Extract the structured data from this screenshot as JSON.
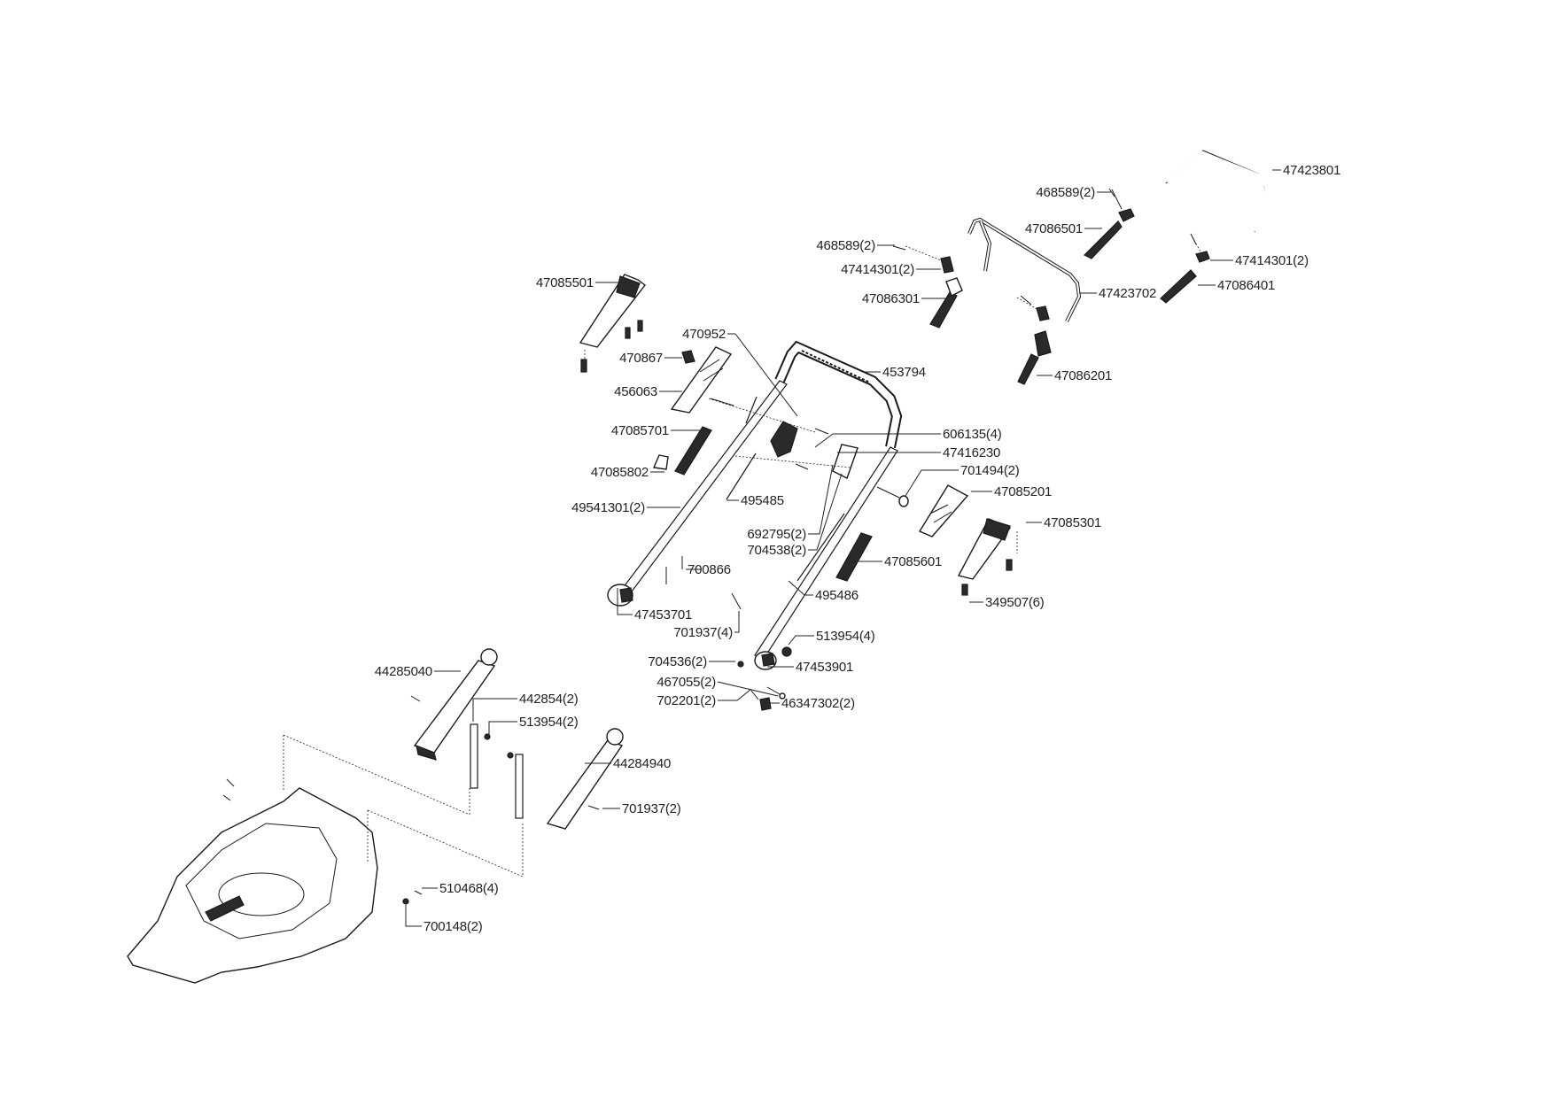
{
  "diagram": {
    "type": "exploded-parts-diagram",
    "subject": "lawn mower handle assembly",
    "parts": [
      {
        "id": "p-47423801",
        "label": "47423801",
        "part_number": "47423801",
        "qty": null
      },
      {
        "id": "p-468589-a",
        "label": "468589(2)",
        "part_number": "468589",
        "qty": 2
      },
      {
        "id": "p-47086501",
        "label": "47086501",
        "part_number": "47086501",
        "qty": null
      },
      {
        "id": "p-468589-b",
        "label": "468589(2)",
        "part_number": "468589",
        "qty": 2
      },
      {
        "id": "p-47414301-a",
        "label": "47414301(2)",
        "part_number": "47414301",
        "qty": 2
      },
      {
        "id": "p-47414301-b",
        "label": "47414301(2)",
        "part_number": "47414301",
        "qty": 2
      },
      {
        "id": "p-47086301",
        "label": "47086301",
        "part_number": "47086301",
        "qty": null
      },
      {
        "id": "p-47423702",
        "label": "47423702",
        "part_number": "47423702",
        "qty": null
      },
      {
        "id": "p-47086401",
        "label": "47086401",
        "part_number": "47086401",
        "qty": null
      },
      {
        "id": "p-47086201",
        "label": "47086201",
        "part_number": "47086201",
        "qty": null
      },
      {
        "id": "p-47085501",
        "label": "47085501",
        "part_number": "47085501",
        "qty": null
      },
      {
        "id": "p-470952",
        "label": "470952",
        "part_number": "470952",
        "qty": null
      },
      {
        "id": "p-470867",
        "label": "470867",
        "part_number": "470867",
        "qty": null
      },
      {
        "id": "p-453794",
        "label": "453794",
        "part_number": "453794",
        "qty": null
      },
      {
        "id": "p-456063",
        "label": "456063",
        "part_number": "456063",
        "qty": null
      },
      {
        "id": "p-47085701",
        "label": "47085701",
        "part_number": "47085701",
        "qty": null
      },
      {
        "id": "p-606135",
        "label": "606135(4)",
        "part_number": "606135",
        "qty": 4
      },
      {
        "id": "p-47416230",
        "label": "47416230",
        "part_number": "47416230",
        "qty": null
      },
      {
        "id": "p-701494",
        "label": "701494(2)",
        "part_number": "701494",
        "qty": 2
      },
      {
        "id": "p-47085802",
        "label": "47085802",
        "part_number": "47085802",
        "qty": null
      },
      {
        "id": "p-47085201",
        "label": "47085201",
        "part_number": "47085201",
        "qty": null
      },
      {
        "id": "p-495485",
        "label": "495485",
        "part_number": "495485",
        "qty": null
      },
      {
        "id": "p-49541301",
        "label": "49541301(2)",
        "part_number": "49541301",
        "qty": 2
      },
      {
        "id": "p-47085301",
        "label": "47085301",
        "part_number": "47085301",
        "qty": null
      },
      {
        "id": "p-692795",
        "label": "692795(2)",
        "part_number": "692795",
        "qty": 2
      },
      {
        "id": "p-704538",
        "label": "704538(2)",
        "part_number": "704538",
        "qty": 2
      },
      {
        "id": "p-47085601",
        "label": "47085601",
        "part_number": "47085601",
        "qty": null
      },
      {
        "id": "p-700866",
        "label": "700866",
        "part_number": "700866",
        "qty": null
      },
      {
        "id": "p-495486",
        "label": "495486",
        "part_number": "495486",
        "qty": null
      },
      {
        "id": "p-349507",
        "label": "349507(6)",
        "part_number": "349507",
        "qty": 6
      },
      {
        "id": "p-47453701",
        "label": "47453701",
        "part_number": "47453701",
        "qty": null
      },
      {
        "id": "p-701937-a",
        "label": "701937(4)",
        "part_number": "701937",
        "qty": 4
      },
      {
        "id": "p-513954-a",
        "label": "513954(4)",
        "part_number": "513954",
        "qty": 4
      },
      {
        "id": "p-704536",
        "label": "704536(2)",
        "part_number": "704536",
        "qty": 2
      },
      {
        "id": "p-47453901",
        "label": "47453901",
        "part_number": "47453901",
        "qty": null
      },
      {
        "id": "p-467055",
        "label": "467055(2)",
        "part_number": "467055",
        "qty": 2
      },
      {
        "id": "p-702201",
        "label": "702201(2)",
        "part_number": "702201",
        "qty": 2
      },
      {
        "id": "p-46347302",
        "label": "46347302(2)",
        "part_number": "46347302",
        "qty": 2
      },
      {
        "id": "p-44285040",
        "label": "44285040",
        "part_number": "44285040",
        "qty": null
      },
      {
        "id": "p-442854",
        "label": "442854(2)",
        "part_number": "442854",
        "qty": 2
      },
      {
        "id": "p-513954-b",
        "label": "513954(2)",
        "part_number": "513954",
        "qty": 2
      },
      {
        "id": "p-44284940",
        "label": "44284940",
        "part_number": "44284940",
        "qty": null
      },
      {
        "id": "p-701937-b",
        "label": "701937(2)",
        "part_number": "701937",
        "qty": 2
      },
      {
        "id": "p-510468",
        "label": "510468(4)",
        "part_number": "510468",
        "qty": 4
      },
      {
        "id": "p-700148",
        "label": "700148(2)",
        "part_number": "700148",
        "qty": 2
      }
    ]
  }
}
